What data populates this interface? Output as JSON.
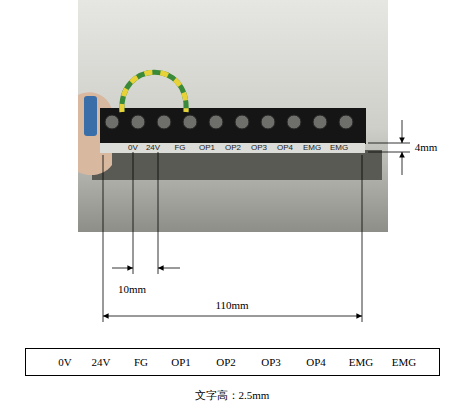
{
  "diagram": {
    "caption": "文字高：2.5mm",
    "nodes": [
      {
        "text": [
          "0V",
          "24V",
          "FG",
          "OP1",
          "OP2",
          "OP3",
          "OP4",
          "EMG",
          "EMG"
        ]
      }
    ],
    "edges": [],
    "labels": [
      "0V",
      "24V",
      "FG",
      "OP1",
      "OP2",
      "OP3",
      "OP4",
      "EMG",
      "EMG",
      "4mm",
      "10mm",
      "110mm"
    ]
  }
}
